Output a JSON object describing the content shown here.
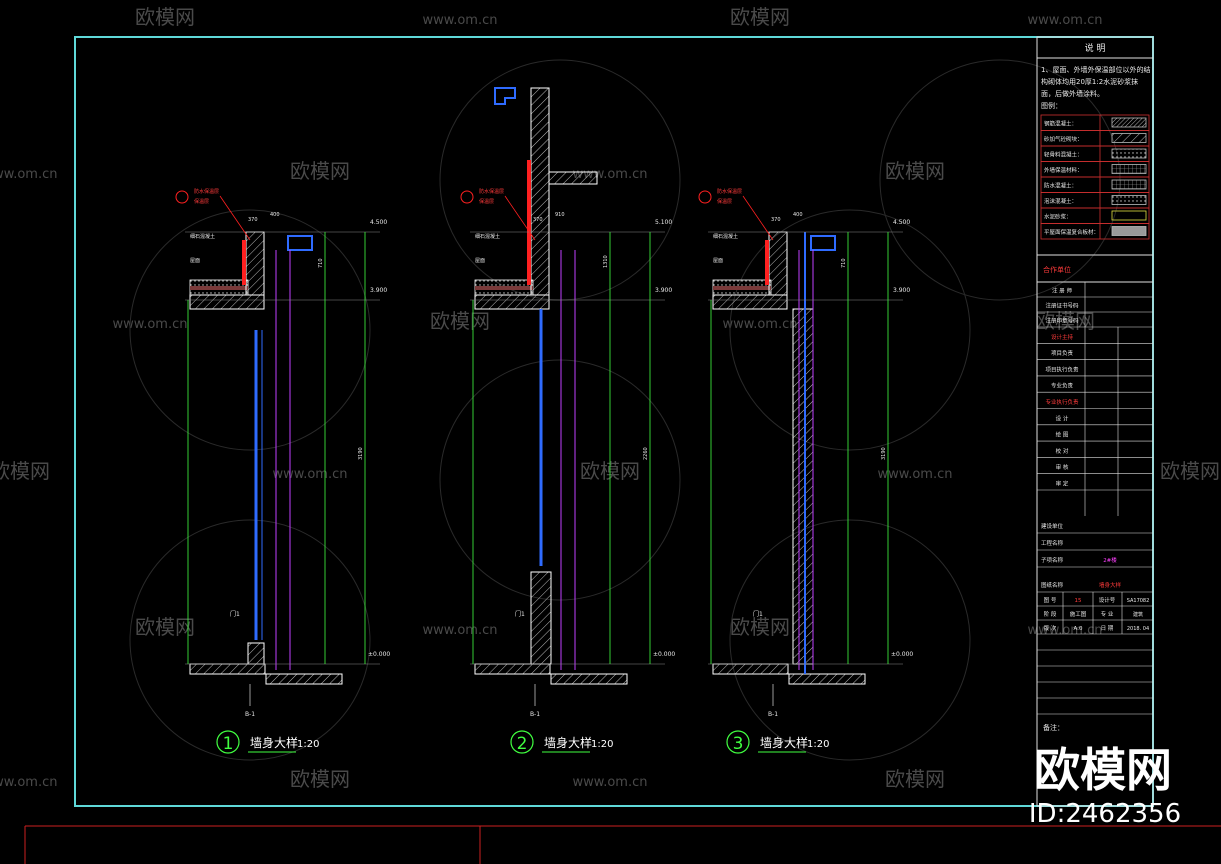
{
  "watermarks": {
    "brand": "欧模网",
    "url": "www.om.cn",
    "corner_brand": "欧模网",
    "corner_id": "ID:2462356"
  },
  "notes_panel": {
    "title": "说 明",
    "line1": "1、屋面、外墙外保温部位以外的结",
    "line2": "构砌体均用20厚1:2水泥砂浆抹",
    "line3": "面，后做外墙涂料。",
    "legend_title": "图例：",
    "legend": [
      {
        "label": "钢筋混凝土：",
        "pattern": "hatch-dense"
      },
      {
        "label": "砂加气砼砌块：",
        "pattern": "hatch-diag"
      },
      {
        "label": "轻骨料混凝土：",
        "pattern": "dots"
      },
      {
        "label": "外墙保温材料：",
        "pattern": "grid"
      },
      {
        "label": "防水混凝土：",
        "pattern": "cross"
      },
      {
        "label": "泡沫混凝土：",
        "pattern": "dots-dense"
      },
      {
        "label": "水泥砂浆：",
        "pattern": "empty-yellow"
      },
      {
        "label": "平屋面保温复合板材：",
        "pattern": "solid-gray"
      }
    ]
  },
  "title_block": {
    "design_unit": "合作单位",
    "rows": [
      "注 册 师",
      "注册证书号码",
      "注册印章号码",
      "设计主持",
      "项目负责",
      "项目执行负责",
      "专业负责",
      "专业执行负责",
      "设  计",
      "绘  图",
      "校  对",
      "审  核",
      "审  定"
    ],
    "project": "建设单位",
    "engineering": "工程名称",
    "subitem": "子项名称",
    "subitem_value": "2#楼",
    "drawing_name": "图纸名称",
    "drawing_value": "墙身大样",
    "fields": [
      {
        "k": "图 号",
        "v": "15",
        "k2": "设计号",
        "v2": "SA17082"
      },
      {
        "k": "阶 段",
        "v": "施工图",
        "k2": "专 业",
        "v2": "建筑"
      },
      {
        "k": "版 次",
        "v": "A.0",
        "k2": "日 期",
        "v2": "2018. 04"
      }
    ],
    "remark": "备注："
  },
  "details": [
    {
      "num": "1",
      "title": "墙身大样",
      "scale": "1:20",
      "door": "门1",
      "elev_top": "4.500",
      "elev_mid": "3.900",
      "elev_bot": "±0.000",
      "mark": "B-1",
      "label_a": "防水保温层",
      "label_b": "保温层",
      "label_c": "细石混凝土",
      "label_d": "屋面",
      "dim_a": "370",
      "dim_b": "400",
      "dim_c": "710",
      "dim_d": "3190"
    },
    {
      "num": "2",
      "title": "墙身大样",
      "scale": "1:20",
      "door": "门1",
      "elev_top": "5.100",
      "elev_mid": "3.900",
      "elev_bot": "±0.000",
      "mark": "B-1",
      "label_a": "防水保温层",
      "label_b": "保温层",
      "label_c": "细石混凝土",
      "label_d": "屋面",
      "dim_a": "370",
      "dim_b": "910",
      "dim_c": "1310",
      "dim_d": "2260"
    },
    {
      "num": "3",
      "title": "墙身大样",
      "scale": "1:20",
      "door": "门1",
      "elev_top": "4.500",
      "elev_mid": "3.900",
      "elev_bot": "±0.000",
      "mark": "B-1",
      "label_a": "防水保温层",
      "label_b": "保温层",
      "label_c": "细石混凝土",
      "label_d": "屋面",
      "dim_a": "370",
      "dim_b": "400",
      "dim_c": "710",
      "dim_d": "3190"
    }
  ],
  "colors": {
    "frame": "#5fd9d9",
    "wall": "#ffffff",
    "blue": "#2f6bff",
    "magenta": "#c040ff",
    "red": "#ff2020",
    "green": "#40ff40",
    "gray": "#808080"
  }
}
